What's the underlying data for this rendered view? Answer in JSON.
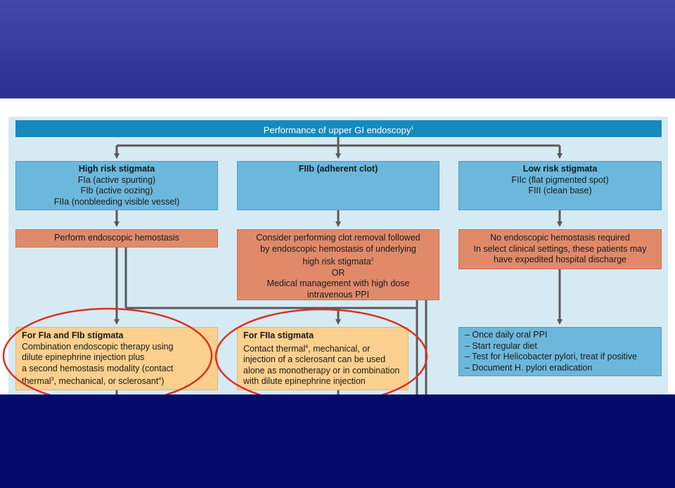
{
  "diagram": {
    "header": {
      "text": "Performance of upper GI endoscopy",
      "sup": "1"
    },
    "high_risk": {
      "title": "High risk stigmata",
      "lines": [
        "FIa (active spurting)",
        "FIb (active oozing)",
        "FIIa (nonbleeding visible vessel)"
      ]
    },
    "adherent_clot": {
      "title": "FIIb (adherent clot)"
    },
    "low_risk": {
      "title": "Low risk stigmata",
      "lines": [
        "FIIc (flat pigmented spot)",
        "FIII (clean base)"
      ]
    },
    "hemostasis": {
      "text": "Perform endoscopic hemostasis"
    },
    "clot_removal": {
      "line1": "Consider performing clot removal followed",
      "line2": "by endoscopic hemostasis of underlying",
      "line3": "high risk stigmata",
      "line3_sup": "2",
      "line4": "OR",
      "line5": "Medical management with high dose",
      "line6": "intravenous PPI"
    },
    "no_hemostasis": {
      "lines": [
        "No endoscopic hemostasis required",
        "In select clinical settings, these patients may",
        "have expedited hospital discharge"
      ]
    },
    "fia_fib": {
      "title": "For FIa and FIb stigmata",
      "line1": "Combination endoscopic therapy using",
      "line2": "dilute epinephrine injection plus",
      "line3": "a second hemostasis modality (contact",
      "line4a": "thermal",
      "line4_sup1": "3",
      "line4b": ", mechanical, or sclerosant",
      "line4_sup2": "4",
      "line4c": ")"
    },
    "fiia": {
      "title": "For FIIa stigmata",
      "line1a": "Contact thermal",
      "line1_sup": "4",
      "line1b": ", mechanical, or",
      "line2": "injection of a sclerosant can be used",
      "line3": "alone as monotherapy or in combination",
      "line4": "with dilute epinephrine injection"
    },
    "low_risk_care": {
      "items": [
        "– Once daily oral PPI",
        "– Start regular diet",
        "– Test for Helicobacter pylori, treat if positive",
        "– Document H. pylori eradication"
      ]
    },
    "colors": {
      "header": "#1689bd",
      "blue_box": "#6cb8dc",
      "orange_box": "#e08a6a",
      "peach_box": "#fbd08e",
      "highlight_ellipse": "#d8311f",
      "top_band": "#3a40a0",
      "bottom_band": "#050b6b"
    }
  }
}
